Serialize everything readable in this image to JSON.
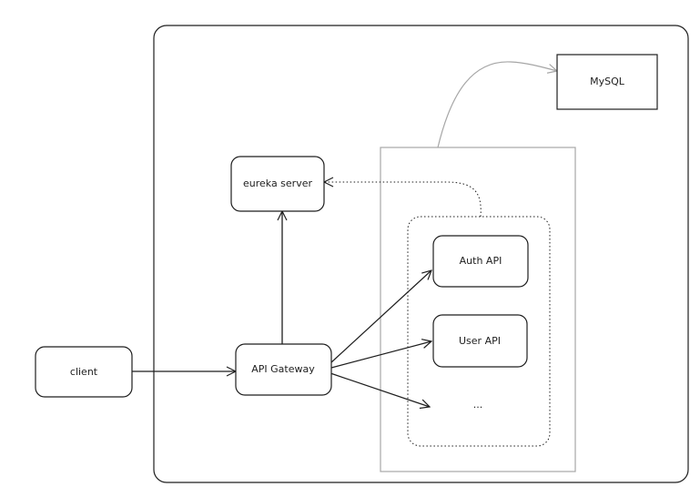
{
  "nodes": {
    "mysql": "MySQL",
    "eureka": "eureka server",
    "auth": "Auth API",
    "user": "User API",
    "more": "...",
    "client": "client",
    "gateway": "API Gateway"
  },
  "colors": {
    "stroke": "#1e1e1e",
    "muted": "#a6a6a6",
    "background": "#ffffff"
  }
}
